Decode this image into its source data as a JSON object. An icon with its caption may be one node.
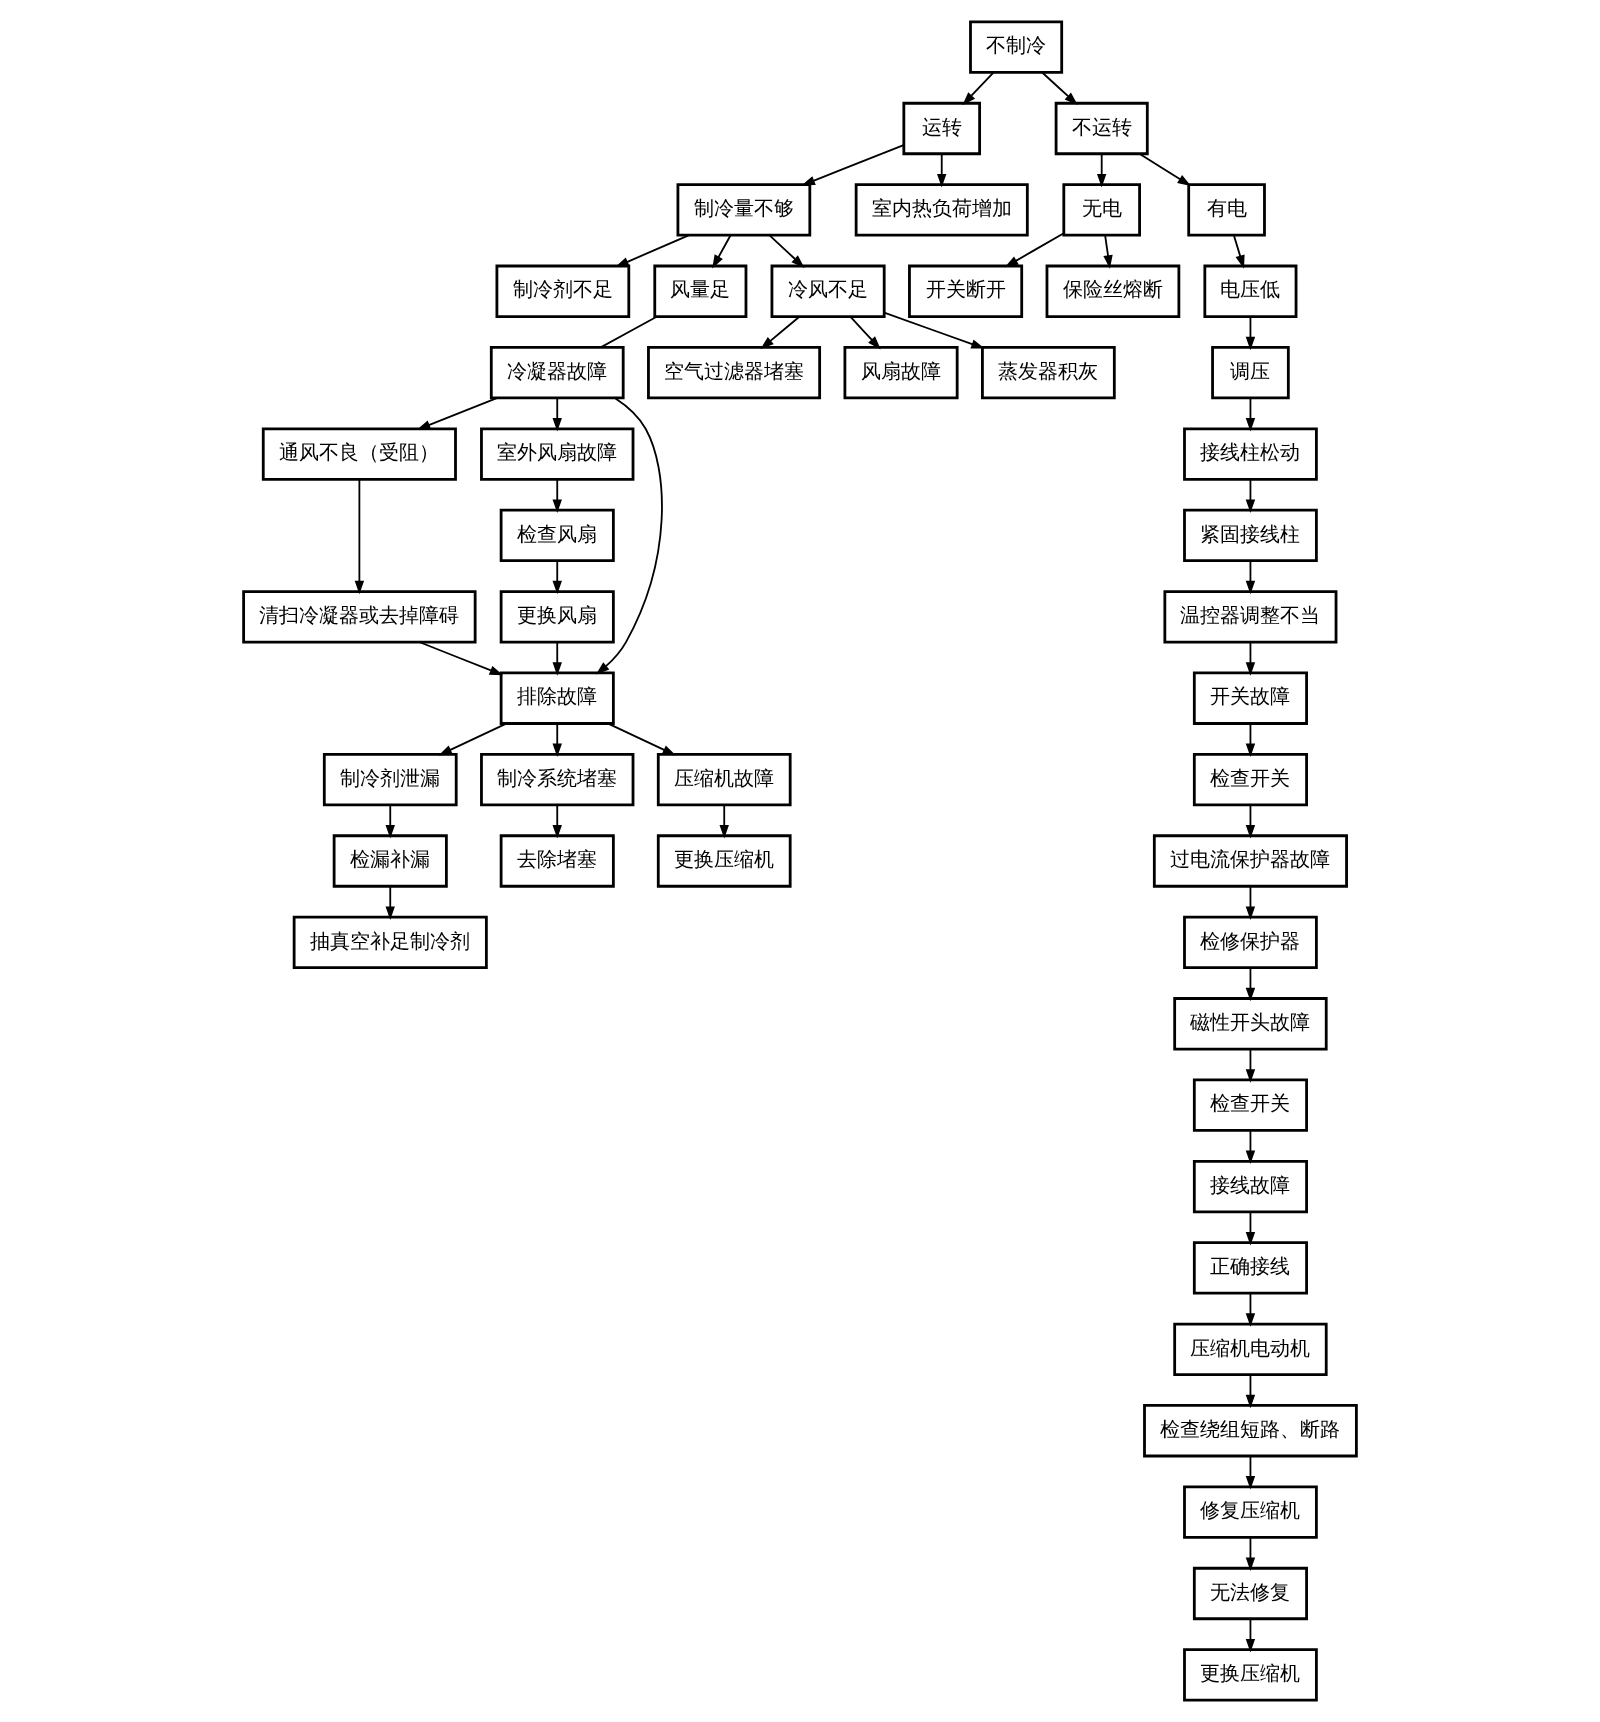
{
  "diagram": {
    "nodes": [
      {
        "text": [
          "不制冷"
        ]
      },
      {
        "text": [
          "运转"
        ]
      },
      {
        "text": [
          "不运转"
        ]
      },
      {
        "text": [
          "制冷量不够"
        ]
      },
      {
        "text": [
          "室内热负荷增加"
        ]
      },
      {
        "text": [
          "无电"
        ]
      },
      {
        "text": [
          "制冷剂不足"
        ]
      },
      {
        "text": [
          "风量足"
        ]
      },
      {
        "text": [
          "冷风不足"
        ]
      },
      {
        "text": [
          "开关断开"
        ]
      },
      {
        "text": [
          "保险丝熔断"
        ]
      },
      {
        "text": [
          "空气过滤器堵塞"
        ]
      },
      {
        "text": [
          "风扇故障"
        ]
      },
      {
        "text": [
          "蒸发器积灰"
        ]
      },
      {
        "text": [
          "有电"
        ]
      },
      {
        "text": [
          "调压"
        ]
      },
      {
        "text": [
          "电压低"
        ]
      },
      {
        "text": [
          "冷凝器故障"
        ]
      },
      {
        "text": [
          "接线柱松动"
        ]
      },
      {
        "text": [
          "通风不良（受阻）"
        ]
      },
      {
        "text": [
          "室外风扇故障"
        ]
      },
      {
        "text": [
          "紧固接线柱"
        ]
      },
      {
        "text": [
          "温控器调整不当"
        ]
      },
      {
        "text": [
          "检查开关"
        ]
      },
      {
        "text": [
          "开关故障"
        ]
      },
      {
        "text": [
          "清扫冷凝器或去掉障碍"
        ]
      },
      {
        "text": [
          "检查风扇"
        ]
      },
      {
        "text": [
          "过电流保护器故障"
        ]
      },
      {
        "text": [
          "检修保护器"
        ]
      },
      {
        "text": [
          "排除故障"
        ]
      },
      {
        "text": [
          "更换风扇"
        ]
      },
      {
        "text": [
          "检查开关"
        ]
      },
      {
        "text": [
          "磁性开头故障"
        ]
      },
      {
        "text": [
          "接线故障"
        ]
      },
      {
        "text": [
          "正确接线"
        ]
      },
      {
        "text": [
          "制冷剂泄漏"
        ]
      },
      {
        "text": [
          "制冷系统堵塞"
        ]
      },
      {
        "text": [
          "压缩机电动机"
        ]
      },
      {
        "text": [
          "检查绕组短路、断路"
        ]
      },
      {
        "text": [
          "检漏补漏"
        ]
      },
      {
        "text": [
          "去除堵塞"
        ]
      },
      {
        "text": [
          "压缩机故障"
        ]
      },
      {
        "text": [
          "修复压缩机"
        ]
      },
      {
        "text": [
          "无法修复"
        ]
      },
      {
        "text": [
          "抽真空补足制冷剂"
        ]
      },
      {
        "text": [
          "更换压缩机"
        ]
      },
      {
        "text": [
          "更换压缩机"
        ]
      }
    ],
    "edges": [
      {
        "from": 0,
        "to": 1,
        "arrow": "to"
      },
      {
        "from": 0,
        "to": 2,
        "arrow": "to"
      },
      {
        "from": 1,
        "to": 3,
        "arrow": "to"
      },
      {
        "from": 1,
        "to": 4,
        "arrow": "to"
      },
      {
        "from": 2,
        "to": 5,
        "arrow": "to"
      },
      {
        "from": 2,
        "to": 14,
        "arrow": "to"
      },
      {
        "from": 5,
        "to": 9,
        "arrow": "to"
      },
      {
        "from": 5,
        "to": 10,
        "arrow": "to"
      },
      {
        "from": 3,
        "to": 6,
        "arrow": "to"
      },
      {
        "from": 3,
        "to": 8,
        "arrow": "to"
      },
      {
        "from": 3,
        "to": 7,
        "arrow": "to"
      },
      {
        "from": 8,
        "to": 11,
        "arrow": "to"
      },
      {
        "from": 8,
        "to": 12,
        "arrow": "to"
      },
      {
        "from": 8,
        "to": 13,
        "arrow": "to"
      },
      {
        "from": 7,
        "to": 17,
        "arrow": "none"
      },
      {
        "from": 17,
        "to": 19,
        "arrow": "to"
      },
      {
        "from": 17,
        "to": 20,
        "arrow": "to"
      },
      {
        "from": 17,
        "to": 29,
        "arrow": "to"
      },
      {
        "from": 19,
        "to": 25,
        "arrow": "to"
      },
      {
        "from": 25,
        "to": 29,
        "arrow": "to"
      },
      {
        "from": 20,
        "to": 26,
        "arrow": "to"
      },
      {
        "from": 26,
        "to": 30,
        "arrow": "to"
      },
      {
        "from": 30,
        "to": 29,
        "arrow": "to"
      },
      {
        "from": 29,
        "to": 35,
        "arrow": "to"
      },
      {
        "from": 29,
        "to": 36,
        "arrow": "to"
      },
      {
        "from": 29,
        "to": 41,
        "arrow": "to"
      },
      {
        "from": 35,
        "to": 39,
        "arrow": "to"
      },
      {
        "from": 39,
        "to": 44,
        "arrow": "to"
      },
      {
        "from": 36,
        "to": 40,
        "arrow": "to"
      },
      {
        "from": 41,
        "to": 45,
        "arrow": "to"
      },
      {
        "from": 14,
        "to": 16,
        "arrow": "to"
      },
      {
        "from": 16,
        "to": 15,
        "arrow": "to"
      },
      {
        "from": 15,
        "to": 18,
        "arrow": "to"
      },
      {
        "from": 18,
        "to": 21,
        "arrow": "to"
      },
      {
        "from": 21,
        "to": 22,
        "arrow": "to"
      },
      {
        "from": 22,
        "to": 24,
        "arrow": "to"
      },
      {
        "from": 24,
        "to": 23,
        "arrow": "to"
      },
      {
        "from": 23,
        "to": 27,
        "arrow": "to"
      },
      {
        "from": 27,
        "to": 28,
        "arrow": "to"
      },
      {
        "from": 28,
        "to": 32,
        "arrow": "to"
      },
      {
        "from": 32,
        "to": 31,
        "arrow": "to"
      },
      {
        "from": 31,
        "to": 33,
        "arrow": "to"
      },
      {
        "from": 33,
        "to": 34,
        "arrow": "to"
      },
      {
        "from": 34,
        "to": 37,
        "arrow": "to"
      },
      {
        "from": 37,
        "to": 38,
        "arrow": "to"
      },
      {
        "from": 38,
        "to": 42,
        "arrow": "to"
      },
      {
        "from": 42,
        "to": 43,
        "arrow": "to"
      },
      {
        "from": 43,
        "to": 46,
        "arrow": "to"
      }
    ]
  }
}
